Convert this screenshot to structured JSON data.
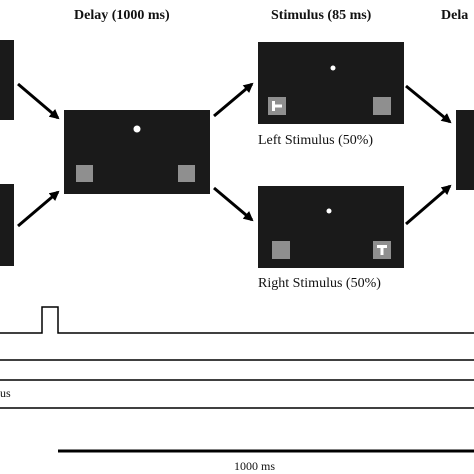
{
  "headers": {
    "delay": "Delay (1000 ms)",
    "stimulus": "Stimulus (85 ms)",
    "delay_right_partial": "Dela"
  },
  "captions": {
    "left_stimulus": "Left Stimulus (50%)",
    "right_stimulus": "Right Stimulus (50%)"
  },
  "timeline": {
    "row_label_partial": "us",
    "scale_label": "1000 ms"
  },
  "colors": {
    "screen_bg": "#1a1a1a",
    "placeholder_box": "#8f8f8f",
    "fixation_dot": "#ffffff",
    "line": "#000000"
  },
  "icons": {
    "target_left": "T-shape-rotated-left-icon",
    "target_right": "T-shape-upright-icon"
  }
}
